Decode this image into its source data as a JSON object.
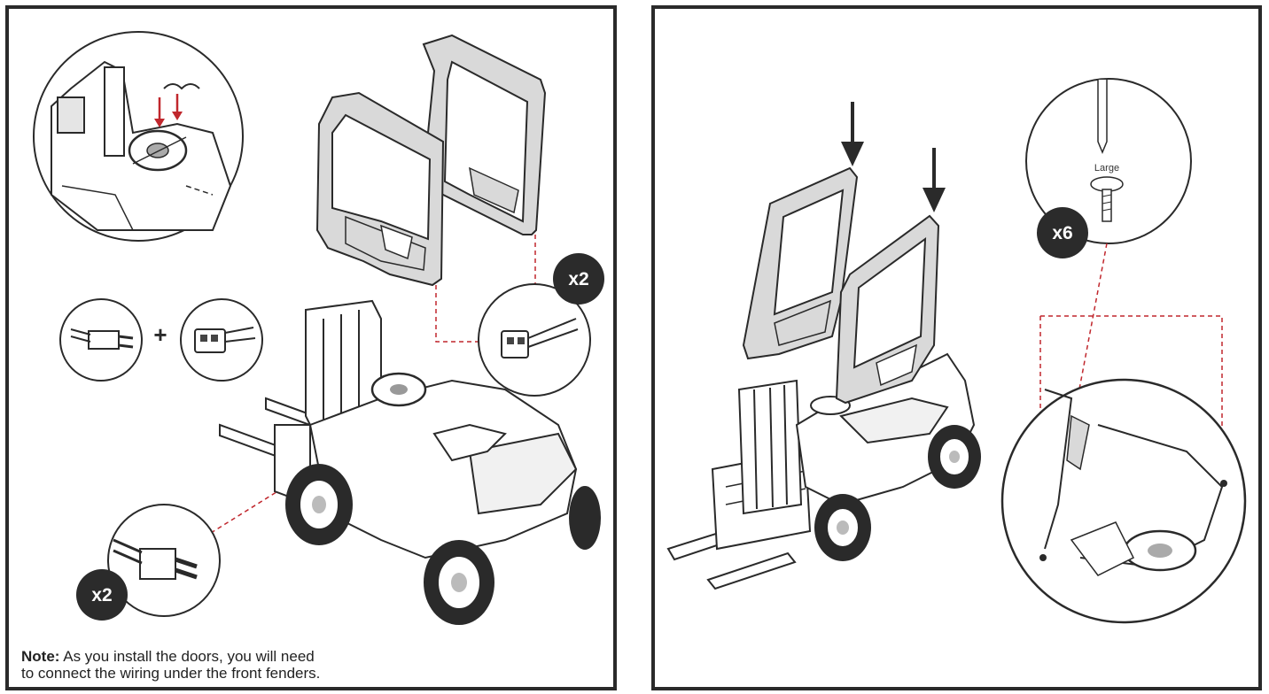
{
  "left_panel": {
    "badges": {
      "connector_top": "x2",
      "connector_bottom": "x2"
    },
    "note": {
      "label": "Note:",
      "text_line1": "As you install the doors, you will need",
      "text_line2": "to connect the wiring under the front fenders."
    },
    "plus_symbol": "+"
  },
  "right_panel": {
    "badge_screws": "x6",
    "screw_label": "Large"
  },
  "colors": {
    "outline": "#2a2a2a",
    "door_fill": "#d9d9d9",
    "dashed_red": "#c0272d",
    "badge_fill": "#2b2b2b"
  }
}
